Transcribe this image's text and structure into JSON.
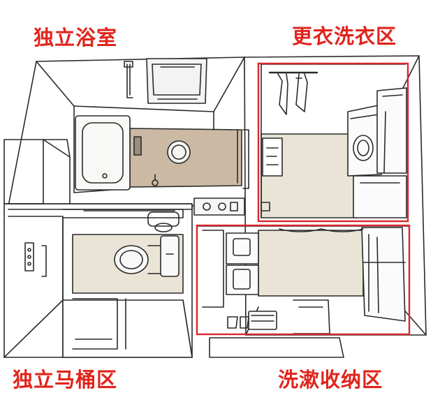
{
  "labels": {
    "bathroom": "独立浴室",
    "changing_laundry": "更衣洗衣区",
    "toilet": "独立马桶区",
    "washing_storage": "洗漱收纳区"
  },
  "colors": {
    "label_red": "#e1241c",
    "highlight_box": "#d9262b",
    "bath_floor": "#cbb9a3",
    "room_floor": "#e9e4d6",
    "line": "#2a2a2a"
  },
  "icons": [
    "towel-icon",
    "washing-machine-icon",
    "dryer-icon",
    "toilet-icon",
    "bathtub-icon",
    "sink-icon",
    "faucet-icon",
    "window-icon",
    "drain-icon",
    "slippers-icon",
    "basket-icon",
    "outlet-icon"
  ]
}
